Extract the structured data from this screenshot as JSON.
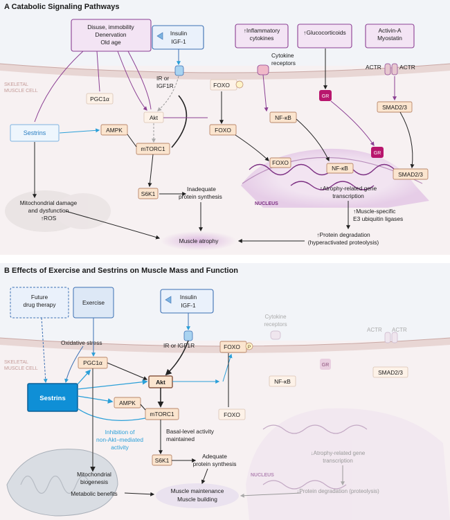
{
  "panel_a": {
    "title": "A  Catabolic Signaling Pathways",
    "cell_label_1": "SKELETAL",
    "cell_label_2": "MUSCLE CELL",
    "nucleus_label": "NUCLEUS",
    "stimuli": [
      "Disuse, immobility",
      "Denervation",
      "Old age"
    ],
    "insulin": [
      "Insulin",
      "IGF-1"
    ],
    "cytokines": [
      "↑Inflammatory",
      "cytokines"
    ],
    "glucocorticoids": "↑Glucocorticoids",
    "activin": [
      "Activin-A",
      "Myostatin"
    ],
    "ir_igf1r": [
      "IR or",
      "IGF1R"
    ],
    "cytokine_receptors": [
      "Cytokine",
      "receptors"
    ],
    "actr_left": "ACTR",
    "actr_right": "ACTR",
    "pgc1a": "PGC1α",
    "akt": "Akt",
    "foxo_p": "FOXO",
    "p": "P",
    "sestrins": "Sestrins",
    "ampk": "AMPK",
    "mtorc1": "mTORC1",
    "foxo": "FOXO",
    "nfkb": "NF-κB",
    "gr": "GR",
    "smad": "SMAD2/3",
    "s6k1": "S6K1",
    "inadequate": [
      "Inadequate",
      "protein synthesis"
    ],
    "mito_damage": [
      "Mitochondrial damage",
      "and dysfunction",
      "↑ROS"
    ],
    "atrophy_genes": [
      "↑Atrophy-related gene",
      "transcription"
    ],
    "e3": [
      "↑Muscle-specific",
      "E3 ubiquitin ligases"
    ],
    "degradation": [
      "↑Protein degradation",
      "(hyperactivated proteolysis)"
    ],
    "muscle_atrophy": "Muscle atrophy"
  },
  "panel_b": {
    "title": "B  Effects of Exercise and Sestrins on Muscle Mass and Function",
    "cell_label_1": "SKELETAL",
    "cell_label_2": "MUSCLE CELL",
    "nucleus_label": "NUCLEUS",
    "future": [
      "Future",
      "drug therapy"
    ],
    "exercise": "Exercise",
    "insulin": [
      "Insulin",
      "IGF-1"
    ],
    "cytokine_receptors": [
      "Cytokine",
      "receptors"
    ],
    "actr_left": "ACTR",
    "actr_right": "ACTR",
    "oxidative": "Oxidative stress",
    "ir_igf1r": "IR or IGF1R",
    "pgc1a": "PGC1α",
    "akt": "Akt",
    "foxo_p": "FOXO",
    "p": "P",
    "gr": "GR",
    "nfkb": "NF-κB",
    "smad": "SMAD2/3",
    "sestrins": "Sestrins",
    "ampk": "AMPK",
    "mtorc1": "mTORC1",
    "foxo": "FOXO",
    "inhibition": [
      "Inhibition of",
      "non-Akt–mediated",
      "activity"
    ],
    "basal": [
      "Basal-level activity",
      "maintained"
    ],
    "s6k1": "S6K1",
    "adequate": [
      "Adequate",
      "protein synthesis"
    ],
    "mito_bio": [
      "Mitochondrial",
      "biogenesis"
    ],
    "metabolic": "Metabolic benefits",
    "maintenance": [
      "Muscle maintenance",
      "Muscle building"
    ],
    "atrophy_genes": [
      "↓Atrophy-related gene",
      "transcription"
    ],
    "degradation": "↓Protein degradation (proteolysis)"
  }
}
